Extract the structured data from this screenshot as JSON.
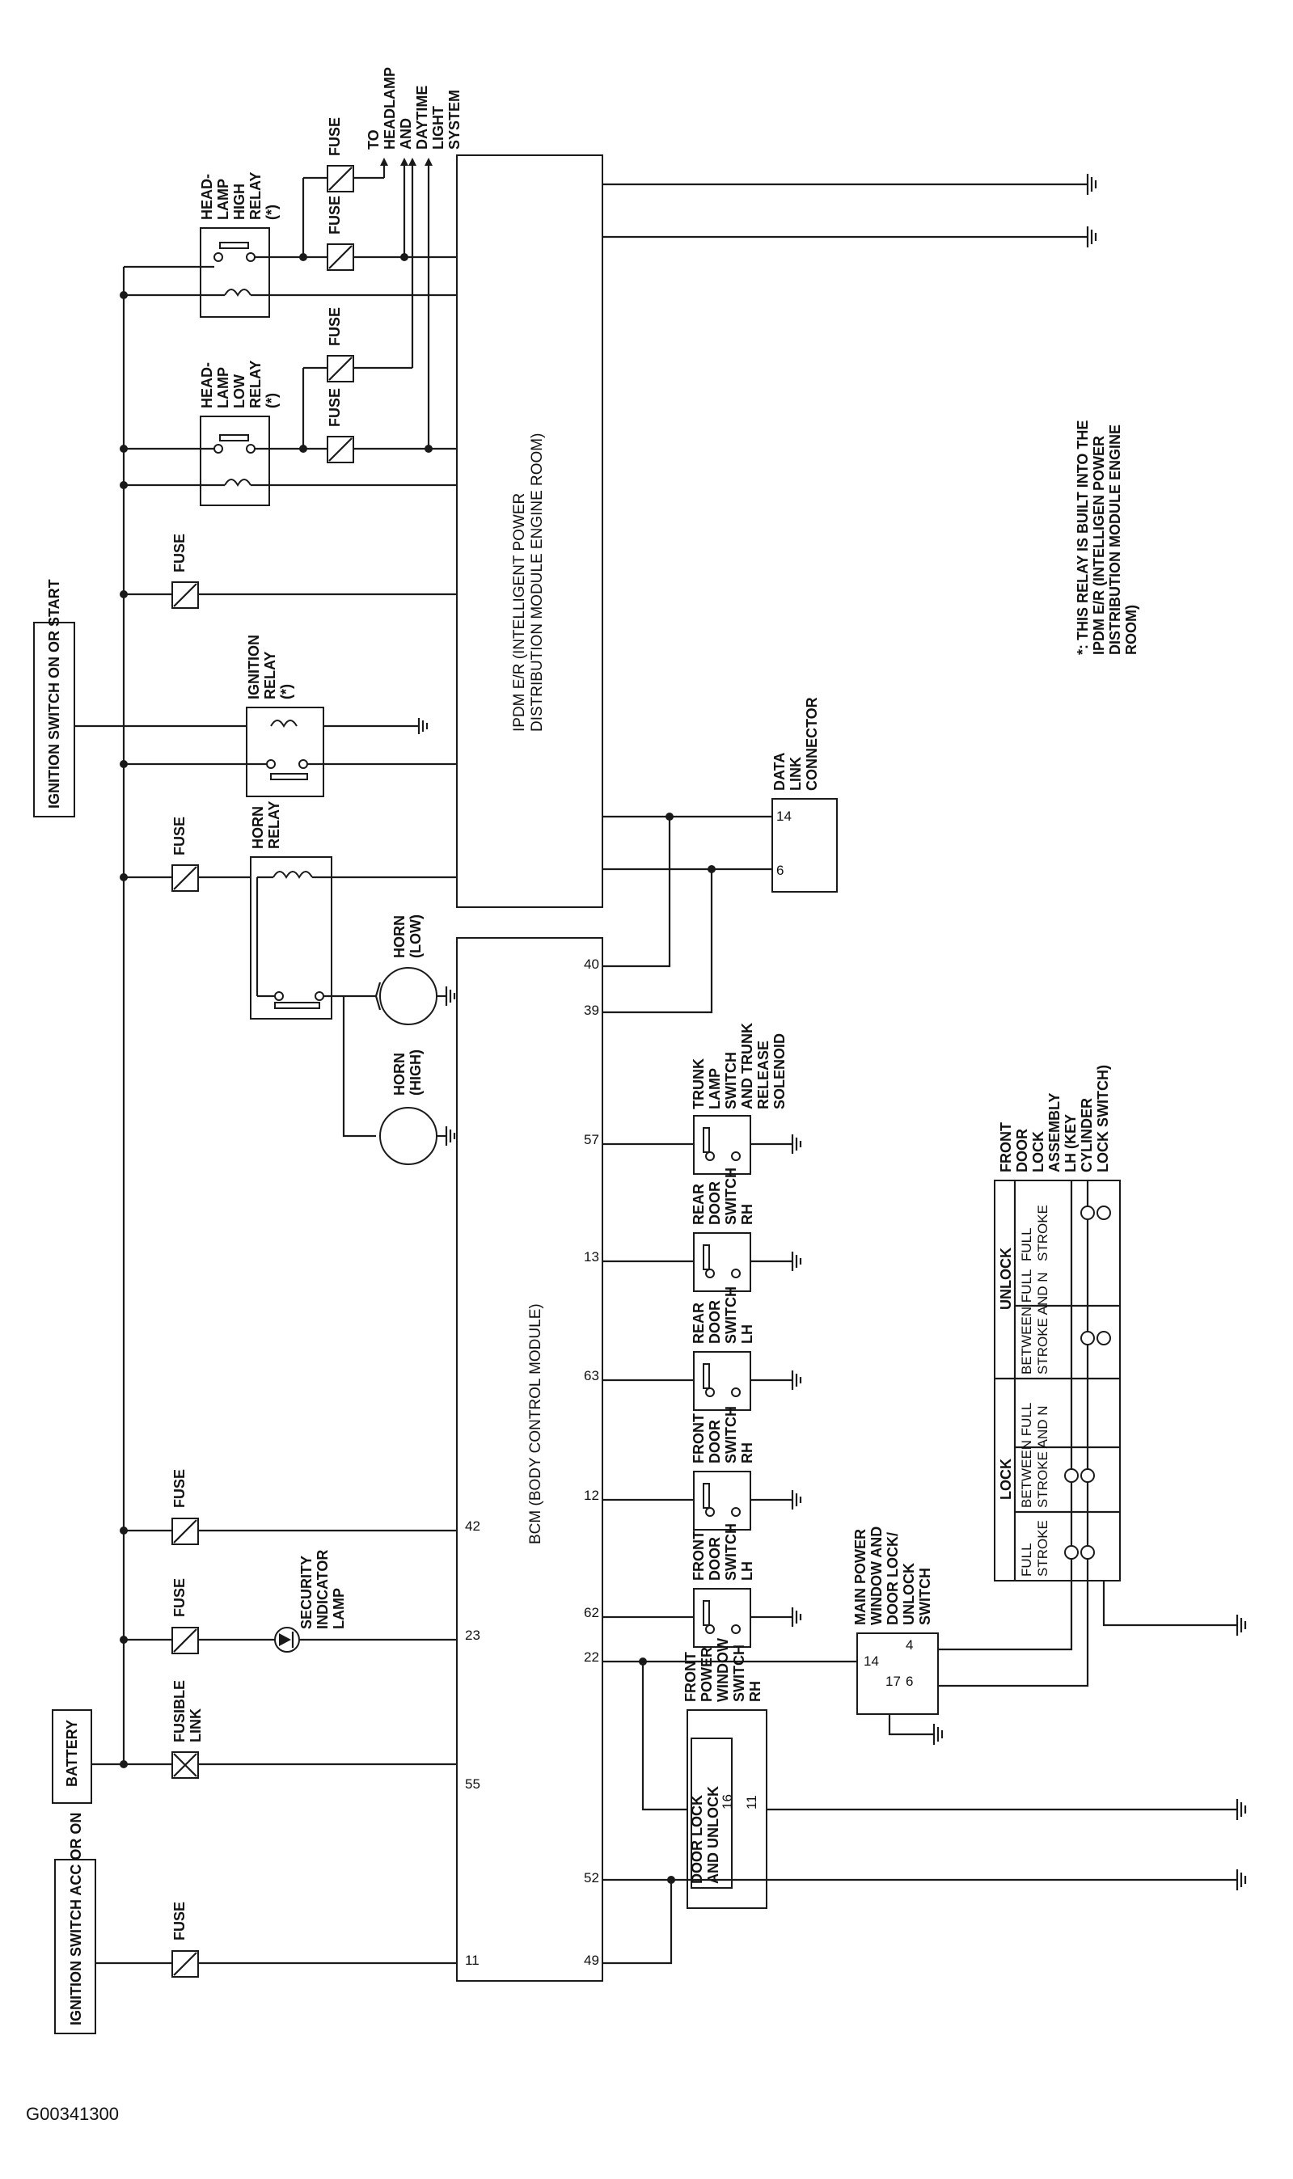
{
  "diagram_id": "G00341300",
  "power_sources": {
    "ign_acc_on": "IGNITION SWITCH ACC OR ON",
    "battery": "BATTERY",
    "ign_on_start": "IGNITION SWITCH ON OR START"
  },
  "modules": {
    "bcm": "BCM (BODY CONTROL MODULE)",
    "ipdm": "IPDM E/R (INTELLIGENT POWER DISTRIBUTION MODULE ENGINE ROOM)",
    "data_link": "DATA LINK CONNECTOR"
  },
  "labels": {
    "fuse": "FUSE",
    "fusible_link": "FUSIBLE LINK",
    "security_lamp": "SECURITY INDICATOR LAMP",
    "horn_relay": "HORN RELAY",
    "horn_high": "HORN (HIGH)",
    "horn_low": "HORN (LOW)",
    "ignition_relay": "IGNITION RELAY (*)",
    "headlamp_low_relay": "HEAD-LAMP LOW RELAY (*)",
    "headlamp_high_relay": "HEAD-LAMP HIGH RELAY (*)",
    "to_headlamp": "TO HEADLAMP AND DAYTIME LIGHT SYSTEM",
    "front_door_lh": "FRONT DOOR SWITCH LH",
    "front_door_rh": "FRONT DOOR SWITCH RH",
    "rear_door_lh": "REAR DOOR SWITCH LH",
    "rear_door_rh": "REAR DOOR SWITCH RH",
    "trunk": "TRUNK LAMP SWITCH AND TRUNK RELEASE SOLENOID",
    "front_pw_rh": "FRONT POWER WINDOW SWITCH RH",
    "door_lock_unlock_switch": "DOOR LOCK AND UNLOCK SWITCH",
    "main_pw": "MAIN POWER WINDOW AND DOOR LOCK/ UNLOCK SWITCH",
    "front_door_lock_assy": "FRONT DOOR LOCK ASSEMBLY LH (KEY CYLINDER LOCK SWITCH)",
    "note": "*: THIS RELAY IS BUILT INTO THE IPDM E/R (INTELLIGEN POWER DISTRIBUTION MODULE ENGINE ROOM)"
  },
  "bcm_pins": {
    "p11": "11",
    "p55": "55",
    "p23": "23",
    "p42": "42",
    "p49": "49",
    "p52": "52",
    "p22": "22",
    "p62": "62",
    "p12": "12",
    "p63": "63",
    "p13": "13",
    "p57": "57",
    "p39": "39",
    "p40": "40"
  },
  "connector_pins": {
    "dlc_6": "6",
    "dlc_14": "14",
    "pw_16": "16",
    "pw_11": "11",
    "main_14": "14",
    "main_17": "17",
    "main_4": "4",
    "main_6": "6"
  },
  "lock_table": {
    "lock": "LOCK",
    "unlock": "UNLOCK",
    "full_stroke": "FULL STROKE",
    "between": "BETWEEN FULL STROKE AND N"
  }
}
